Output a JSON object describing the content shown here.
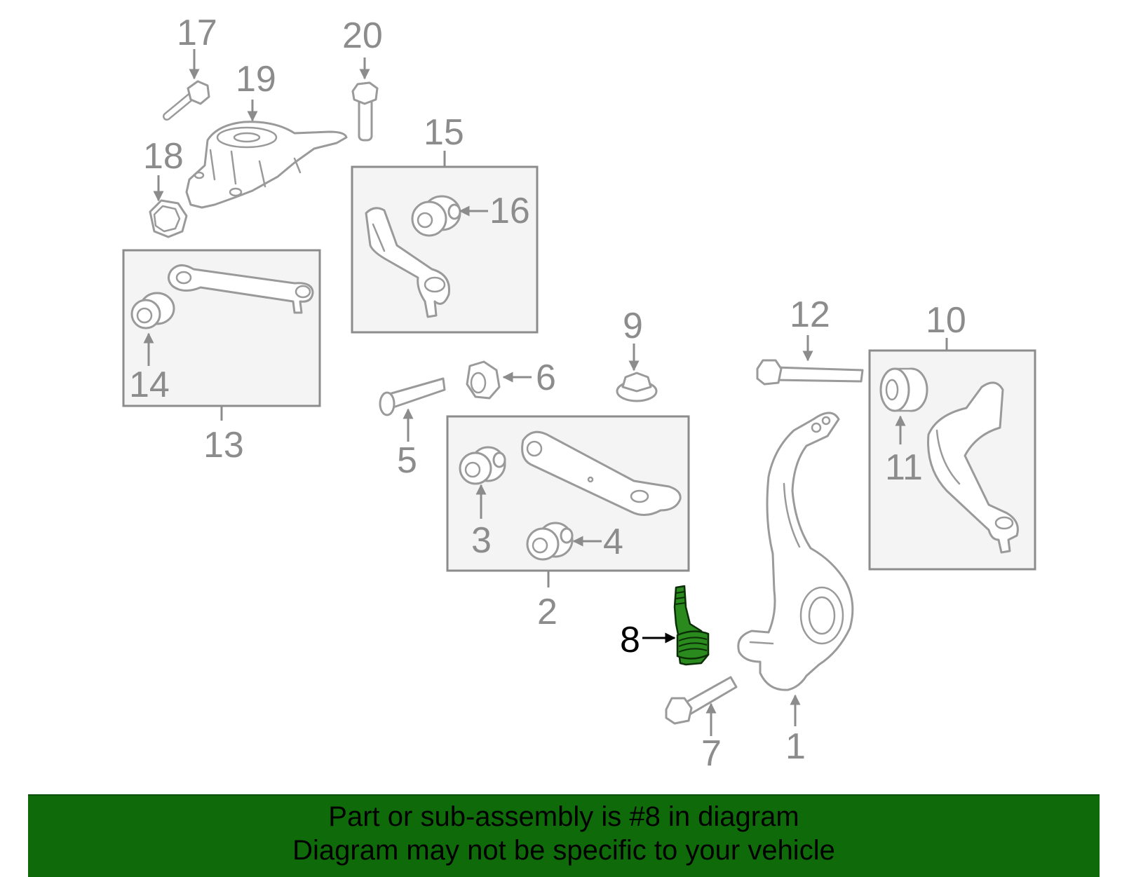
{
  "diagram": {
    "callouts": [
      "1",
      "2",
      "3",
      "4",
      "5",
      "6",
      "7",
      "8",
      "9",
      "10",
      "11",
      "12",
      "13",
      "14",
      "15",
      "16",
      "17",
      "18",
      "19",
      "20"
    ],
    "highlighted_part": "8"
  },
  "colors": {
    "line_gray": "#8c8c8c",
    "highlight_green": "#2a8a1e",
    "banner_green": "#0f6b0a"
  },
  "banner": {
    "line1": "Part or sub-assembly is #8 in diagram",
    "line2": "Diagram may not be specific to your vehicle"
  }
}
